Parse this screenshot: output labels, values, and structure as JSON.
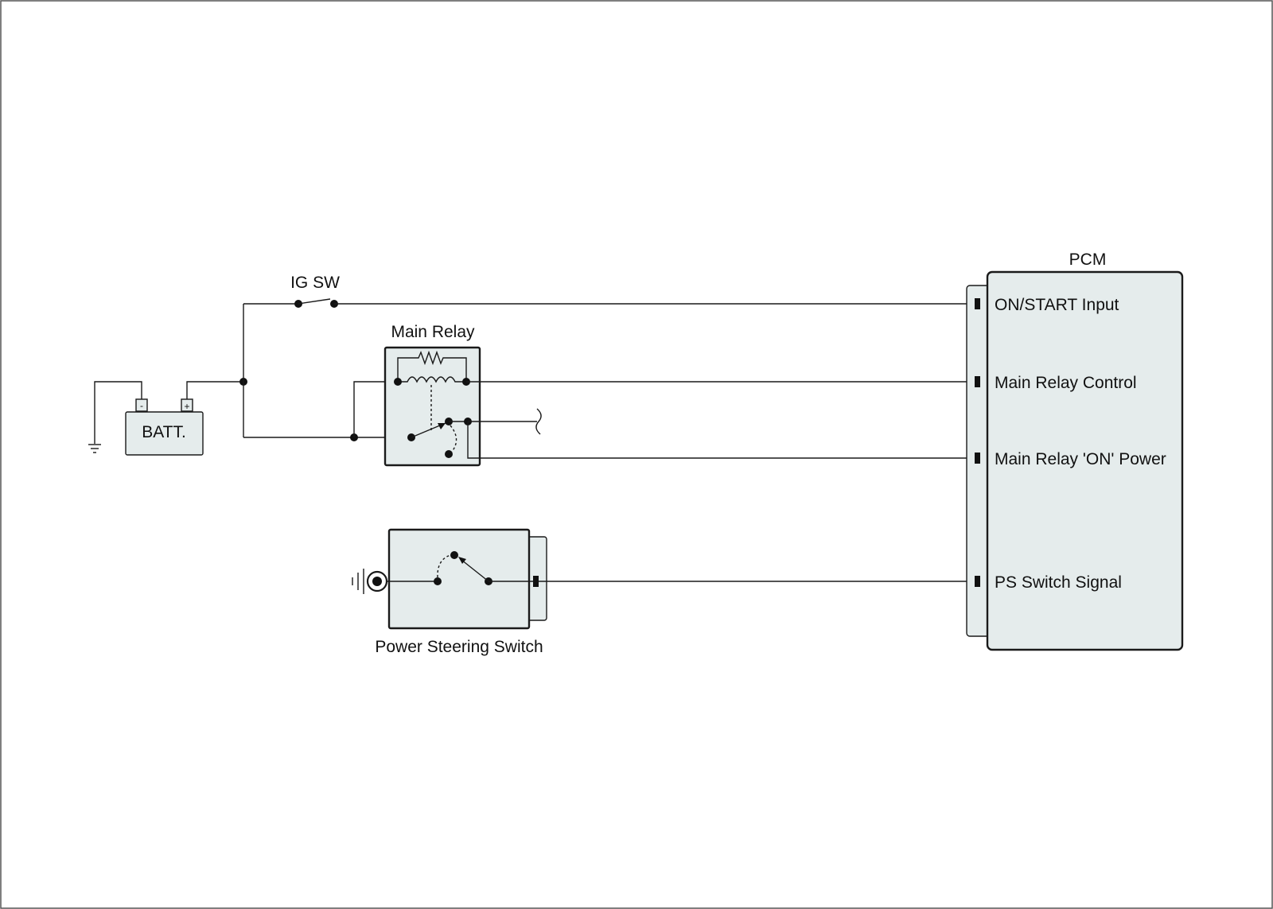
{
  "colors": {
    "component_fill": "#e5ecec",
    "line": "#1a1a1a",
    "frame": "#555555"
  },
  "labels": {
    "ig_sw": "IG SW",
    "main_relay": "Main Relay",
    "battery": "BATT.",
    "battery_neg": "-",
    "battery_pos": "+",
    "pcm": "PCM",
    "power_steering_switch": "Power Steering Switch"
  },
  "pcm_pins": [
    "ON/START Input",
    "Main Relay Control",
    "Main Relay 'ON' Power",
    "PS Switch Signal"
  ],
  "icons": {
    "ground": "ground-icon",
    "chassis_ground": "chassis-ground-icon",
    "coil": "relay-coil-icon",
    "resistor": "resistor-icon"
  }
}
